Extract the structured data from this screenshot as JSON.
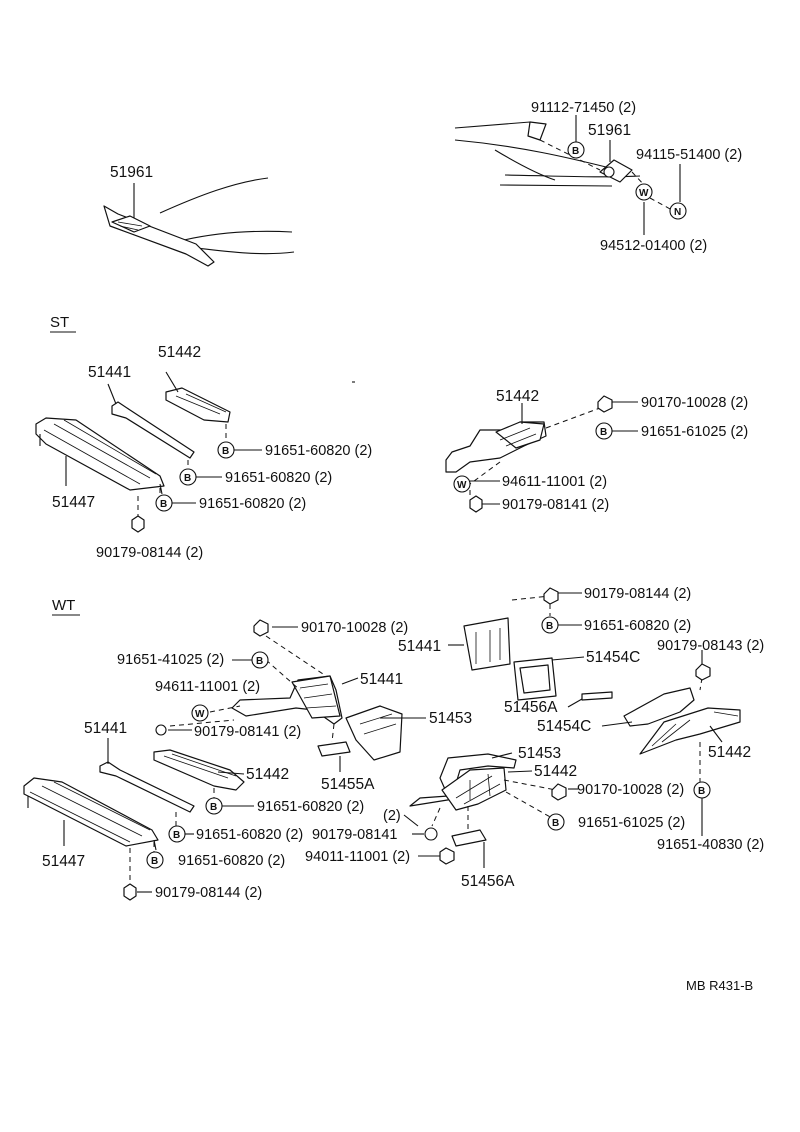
{
  "sections": {
    "st": "ST",
    "wt": "WT"
  },
  "footer": {
    "code": "MB  R431-B"
  },
  "symbols": {
    "bolt": "B",
    "washer": "W",
    "nut": "N"
  },
  "top": {
    "left_part": "51961",
    "right_part": "51961",
    "bolt": "91112-71450 (2)",
    "nut": "94115-51400 (2)",
    "washer": "94512-01400 (2)"
  },
  "st": {
    "p51442_a": "51442",
    "p51441": "51441",
    "p51447": "51447",
    "bolt_1": "91651-60820 (2)",
    "bolt_2": "91651-60820 (2)",
    "bolt_3": "91651-60820 (2)",
    "nut_bottom": "90179-08144 (2)",
    "p51442_b": "51442",
    "nut_top": "90170-10028 (2)",
    "bolt_top": "91651-61025 (2)",
    "washer": "94611-11001 (2)",
    "nut_small": "90179-08141 (2)"
  },
  "wt": {
    "nut_a": "90170-10028 (2)",
    "bolt_a": "91651-41025 (2)",
    "washer_a": "94611-11001 (2)",
    "p51441_a": "51441",
    "nut_small_a": "90179-08141 (2)",
    "p51453_a": "51453",
    "p51455A": "51455A",
    "p51441_b": "51441",
    "p51442_a": "51442",
    "p51447": "51447",
    "bolt_1": "91651-60820 (2)",
    "bolt_2": "91651-60820 (2)",
    "bolt_3": "91651-60820 (2)",
    "nut_bottom": "90179-08144 (2)",
    "nut_top_mid": "90179-08144 (2)",
    "p51441_c": "51441",
    "bolt_mid": "91651-60820 (2)",
    "p51454C_a": "51454C",
    "nut_right": "90179-08143 (2)",
    "p51456A_a": "51456A",
    "p51454C_b": "51454C",
    "p51442_c": "51442",
    "p51453_b": "51453",
    "p51442_b": "51442",
    "nut_mid": "90170-10028 (2)",
    "bolt_right": "91651-40830 (2)",
    "bolt_mid2": "91651-61025 (2)",
    "qty_2": "(2)",
    "nut_small_b": "90179-08141",
    "washer_b": "94011-11001 (2)",
    "p51456A_b": "51456A"
  }
}
